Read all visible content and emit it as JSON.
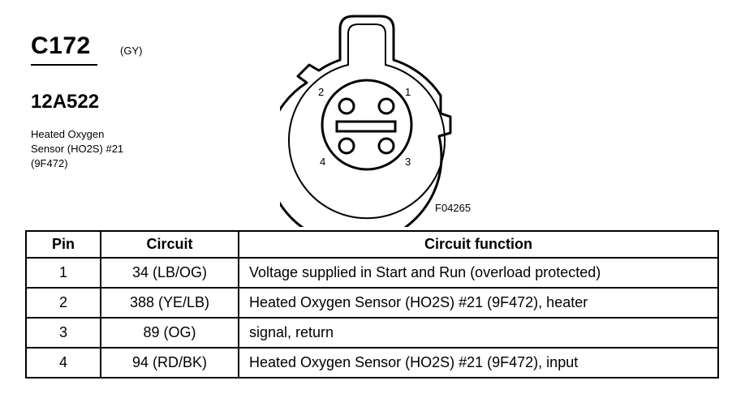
{
  "connector": {
    "id": "C172",
    "color_code": "(GY)",
    "part_number": "12A522",
    "description_lines": [
      "Heated Oxygen",
      "Sensor (HO2S) #21",
      "(9F472)"
    ],
    "figure_code": "F04265"
  },
  "diagram": {
    "pin_labels": [
      "1",
      "2",
      "3",
      "4"
    ]
  },
  "table": {
    "headers": {
      "pin": "Pin",
      "circuit": "Circuit",
      "function": "Circuit function"
    },
    "rows": [
      {
        "pin": "1",
        "circuit": "34 (LB/OG)",
        "function": "Voltage supplied in Start and Run (overload protected)"
      },
      {
        "pin": "2",
        "circuit": "388 (YE/LB)",
        "function": "Heated Oxygen Sensor (HO2S) #21 (9F472), heater"
      },
      {
        "pin": "3",
        "circuit": "89 (OG)",
        "function": "signal, return"
      },
      {
        "pin": "4",
        "circuit": "94 (RD/BK)",
        "function": "Heated Oxygen Sensor (HO2S) #21 (9F472), input"
      }
    ]
  }
}
